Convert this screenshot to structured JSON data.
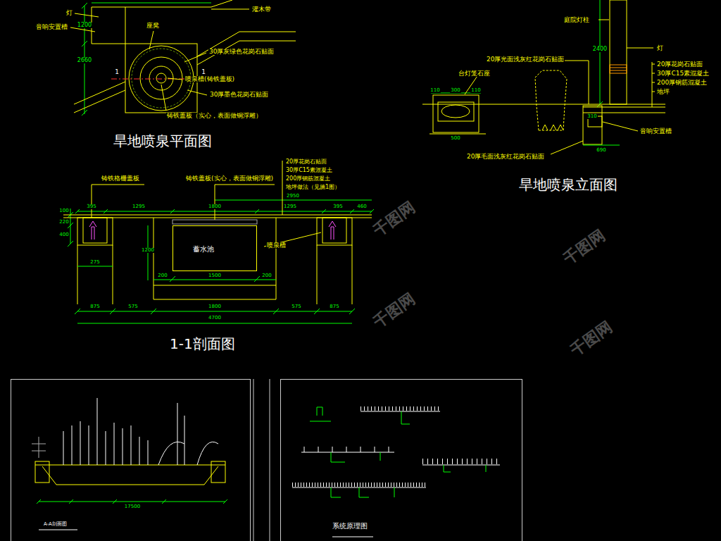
{
  "diagram": {
    "nodes": [
      {
        "text": [
          "蓄水池"
        ]
      },
      {
        "text": [
          "A-A剖面图"
        ]
      },
      {
        "text": [
          "系统原理图"
        ]
      }
    ],
    "labels": [
      "灯",
      "音响安置槽",
      "灌木带",
      "座凳",
      "30厚灰绿色花岗石贴面",
      "喷泉槽(铸铁盖板)",
      "30厚墨色花岗石贴面",
      "铸铁盖板（实心，表面做铜浮雕）",
      "1",
      "1",
      "2660",
      "1200",
      "旱地喷泉平面图",
      "庭院灯柱",
      "灯",
      "20厚光面浅灰红花岗石贴面",
      "台灯笼石座",
      "20厚花岗石贴面",
      "30厚C15素混凝土",
      "200厚钢筋混凝土",
      "地坪",
      "音响安置槽",
      "20厚毛面浅灰红花岗石贴面",
      "2400",
      "110",
      "300",
      "110",
      "500",
      "310",
      "690",
      "旱地喷泉立面图",
      "铸铁格栅盖板",
      "铸铁盖板(实心，表面做铜浮雕)",
      "20厚花岗石贴面",
      "30厚C15素混凝土",
      "200厚钢筋混凝土",
      "地坪做法（见施1图）",
      "喷泉槽",
      "395",
      "1295",
      "1800",
      "1295",
      "395",
      "460",
      "2950",
      "100",
      "220",
      "400",
      "275",
      "1200",
      "200",
      "1500",
      "200",
      "875",
      "575",
      "1800",
      "575",
      "875",
      "4700",
      "1-1剖面图",
      "17500",
      "千图网",
      "千图网",
      "千图网",
      "千图网"
    ]
  }
}
